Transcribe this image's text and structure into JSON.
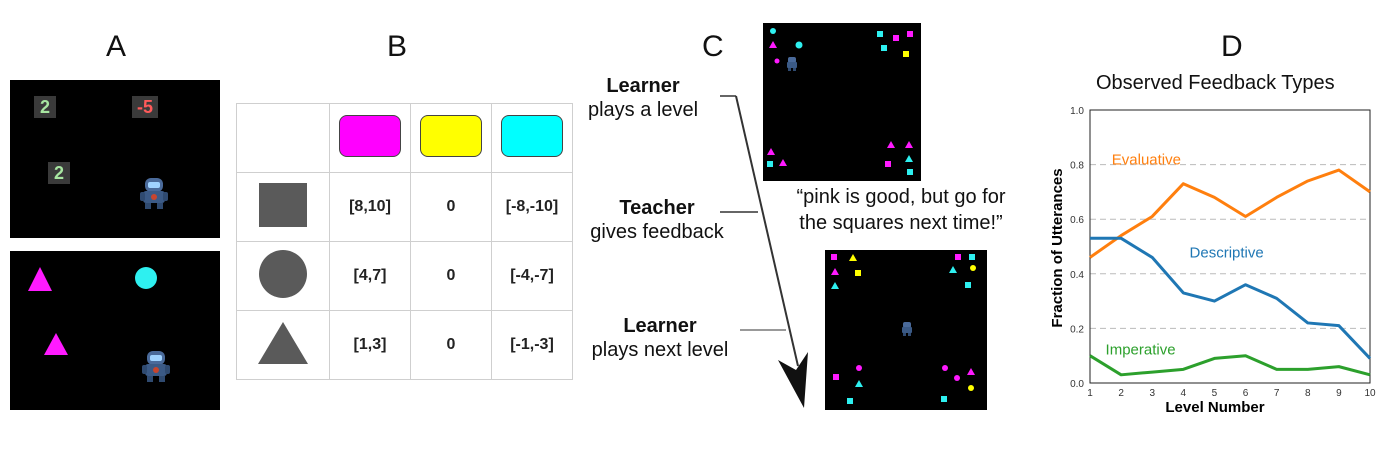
{
  "panels": {
    "a": "A",
    "b": "B",
    "c": "C",
    "d": "D"
  },
  "panel_a": {
    "numbers": [
      {
        "value": "2",
        "color": "#a8e6a1"
      },
      {
        "value": "-5",
        "color": "#ff5a5a"
      },
      {
        "value": "2",
        "color": "#a8e6a1"
      }
    ]
  },
  "panel_b": {
    "colors": [
      "#ff00ff",
      "#ffff00",
      "#00ffff"
    ],
    "rows": [
      {
        "shape": "square",
        "values": [
          "[8,10]",
          "0",
          "[-8,-10]"
        ]
      },
      {
        "shape": "circle",
        "values": [
          "[4,7]",
          "0",
          "[-4,-7]"
        ]
      },
      {
        "shape": "triangle",
        "values": [
          "[1,3]",
          "0",
          "[-1,-3]"
        ]
      }
    ]
  },
  "panel_c": {
    "learner1_bold": "Learner",
    "learner1_rest": "plays a level",
    "teacher_bold": "Teacher",
    "teacher_rest": "gives feedback",
    "learner2_bold": "Learner",
    "learner2_rest": "plays next level",
    "quote_line1": "“pink is good, but go for",
    "quote_line2": "the squares next time!”"
  },
  "chart_data": {
    "type": "line",
    "title": "Observed Feedback Types",
    "xlabel": "Level Number",
    "ylabel": "Fraction of Utterances",
    "x": [
      1,
      2,
      3,
      4,
      5,
      6,
      7,
      8,
      9,
      10
    ],
    "xlim": [
      1,
      10
    ],
    "ylim": [
      0,
      1.0
    ],
    "yticks": [
      "0.0",
      "0.2",
      "0.4",
      "0.6",
      "0.8",
      "1.0"
    ],
    "xticks": [
      "1",
      "2",
      "3",
      "4",
      "5",
      "6",
      "7",
      "8",
      "9",
      "10"
    ],
    "grid": "horizontal dashed",
    "series": [
      {
        "name": "Evaluative",
        "color": "#ff7f0e",
        "values": [
          0.46,
          0.54,
          0.61,
          0.73,
          0.68,
          0.61,
          0.68,
          0.74,
          0.78,
          0.7
        ]
      },
      {
        "name": "Descriptive",
        "color": "#1f77b4",
        "values": [
          0.53,
          0.53,
          0.46,
          0.33,
          0.3,
          0.36,
          0.31,
          0.22,
          0.21,
          0.09
        ]
      },
      {
        "name": "Imperative",
        "color": "#2ca02c",
        "values": [
          0.1,
          0.03,
          0.04,
          0.05,
          0.09,
          0.1,
          0.05,
          0.05,
          0.06,
          0.03
        ]
      }
    ]
  }
}
